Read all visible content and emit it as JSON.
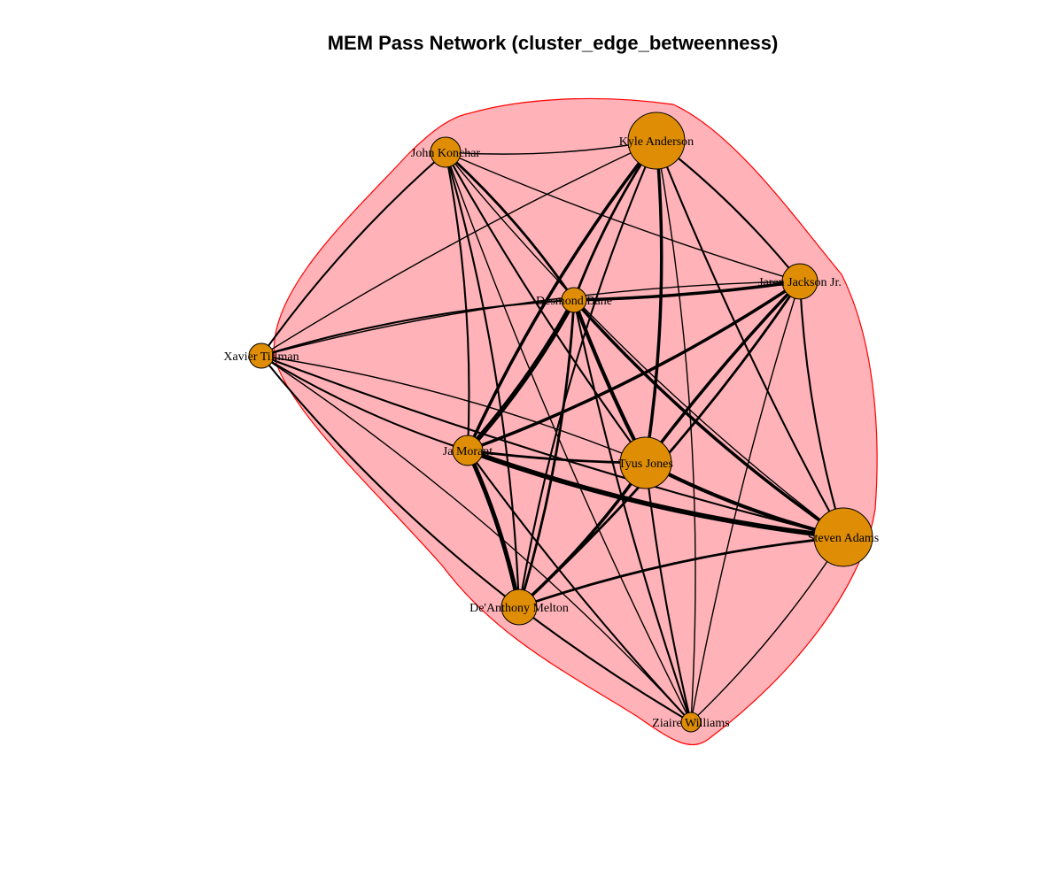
{
  "title": "MEM Pass Network (cluster_edge_betweenness)",
  "colors": {
    "node": "#df8d04",
    "hull_fill": "#ffb3b8",
    "hull_stroke": "#ff0000",
    "edge": "#000000"
  },
  "nodes": [
    {
      "id": "kyle",
      "label": "Kyle Anderson"
    },
    {
      "id": "konchar",
      "label": "John Konchar"
    },
    {
      "id": "bane",
      "label": "Desmond Bane"
    },
    {
      "id": "jjj",
      "label": "Jaren Jackson Jr."
    },
    {
      "id": "tillman",
      "label": "Xavier Tillman"
    },
    {
      "id": "morant",
      "label": "Ja Morant"
    },
    {
      "id": "tyus",
      "label": "Tyus Jones"
    },
    {
      "id": "adams",
      "label": "Steven Adams"
    },
    {
      "id": "melton",
      "label": "De'Anthony Melton"
    },
    {
      "id": "ziaire",
      "label": "Ziaire Williams"
    }
  ],
  "edges": [
    [
      "konchar",
      "kyle",
      1
    ],
    [
      "konchar",
      "bane",
      3
    ],
    [
      "konchar",
      "jjj",
      1
    ],
    [
      "konchar",
      "tillman",
      2
    ],
    [
      "konchar",
      "morant",
      2
    ],
    [
      "konchar",
      "tyus",
      2
    ],
    [
      "konchar",
      "adams",
      1
    ],
    [
      "konchar",
      "melton",
      2
    ],
    [
      "konchar",
      "ziaire",
      1
    ],
    [
      "kyle",
      "bane",
      3
    ],
    [
      "kyle",
      "jjj",
      2
    ],
    [
      "kyle",
      "tillman",
      1
    ],
    [
      "kyle",
      "morant",
      4
    ],
    [
      "kyle",
      "tyus",
      4
    ],
    [
      "kyle",
      "adams",
      2
    ],
    [
      "kyle",
      "melton",
      2
    ],
    [
      "kyle",
      "ziaire",
      1
    ],
    [
      "bane",
      "jjj",
      4
    ],
    [
      "bane",
      "tillman",
      2
    ],
    [
      "bane",
      "morant",
      7
    ],
    [
      "bane",
      "tyus",
      5
    ],
    [
      "bane",
      "adams",
      4
    ],
    [
      "bane",
      "melton",
      3
    ],
    [
      "bane",
      "ziaire",
      2
    ],
    [
      "jjj",
      "tillman",
      1
    ],
    [
      "jjj",
      "morant",
      4
    ],
    [
      "jjj",
      "tyus",
      4
    ],
    [
      "jjj",
      "adams",
      2
    ],
    [
      "jjj",
      "melton",
      3
    ],
    [
      "jjj",
      "ziaire",
      1
    ],
    [
      "tillman",
      "morant",
      2
    ],
    [
      "tillman",
      "tyus",
      1
    ],
    [
      "tillman",
      "adams",
      2
    ],
    [
      "tillman",
      "melton",
      2
    ],
    [
      "tillman",
      "ziaire",
      1
    ],
    [
      "morant",
      "tyus",
      3
    ],
    [
      "morant",
      "adams",
      7
    ],
    [
      "morant",
      "melton",
      6
    ],
    [
      "morant",
      "ziaire",
      2
    ],
    [
      "tyus",
      "adams",
      5
    ],
    [
      "tyus",
      "melton",
      4
    ],
    [
      "tyus",
      "ziaire",
      2
    ],
    [
      "adams",
      "melton",
      3
    ],
    [
      "adams",
      "ziaire",
      1
    ],
    [
      "melton",
      "ziaire",
      2
    ]
  ]
}
